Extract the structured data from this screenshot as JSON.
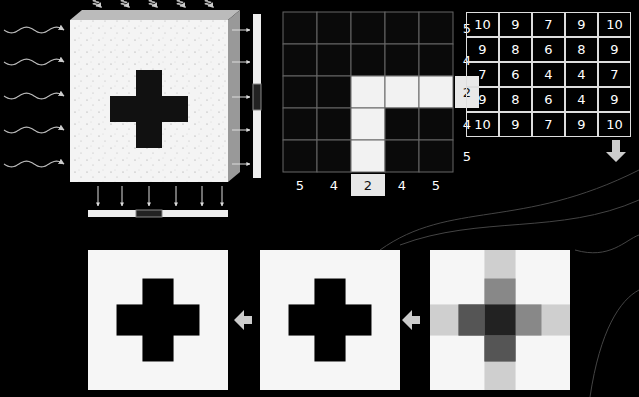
{
  "diagram": {
    "labels": [
      "5",
      "4",
      "2",
      "4",
      "5",
      "5",
      "4",
      "2",
      "4",
      "5",
      "10",
      "9",
      "7",
      "9",
      "10",
      "9",
      "8",
      "6",
      "8",
      "9",
      "7",
      "6",
      "4",
      "4",
      "7",
      "9",
      "8",
      "6",
      "4",
      "9",
      "10",
      "9",
      "7",
      "9",
      "10"
    ]
  }
}
